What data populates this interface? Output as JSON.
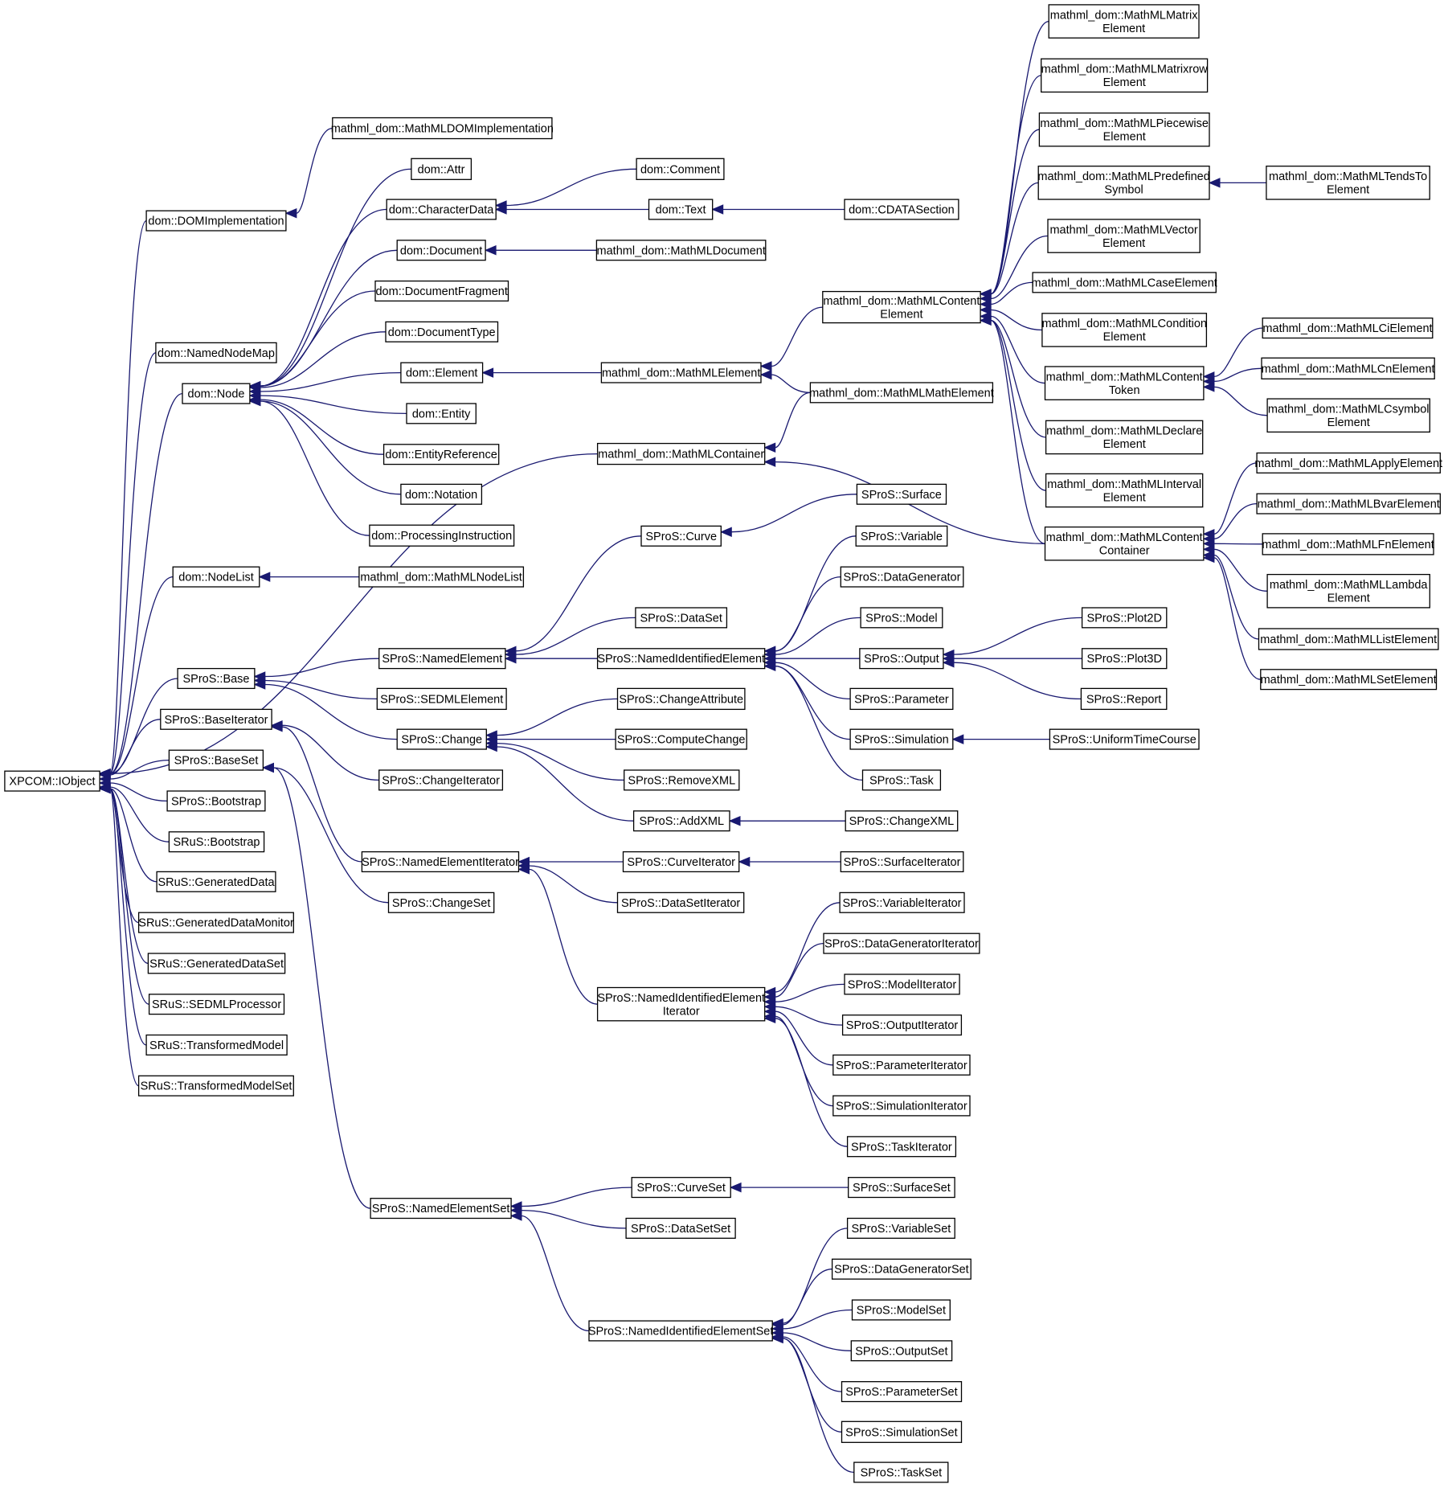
{
  "colors": {
    "edge": "#191970",
    "node_border": "#000000",
    "node_fill": "#ffffff",
    "background": "#ffffff"
  },
  "nodes": {
    "xpcom_iobject": [
      "XPCOM::IObject"
    ],
    "dom_domimpl": [
      "dom::DOMImplementation"
    ],
    "dom_namednodemap": [
      "dom::NamedNodeMap"
    ],
    "dom_node": [
      "dom::Node"
    ],
    "dom_nodelist": [
      "dom::NodeList"
    ],
    "mathml_container": [
      "mathml_dom::MathMLContainer"
    ],
    "spros_base": [
      "SProS::Base"
    ],
    "spros_baseiterator": [
      "SProS::BaseIterator"
    ],
    "spros_baseset": [
      "SProS::BaseSet"
    ],
    "spros_bootstrap": [
      "SProS::Bootstrap"
    ],
    "srus_bootstrap": [
      "SRuS::Bootstrap"
    ],
    "srus_generateddata": [
      "SRuS::GeneratedData"
    ],
    "srus_gdmonitor": [
      "SRuS::GeneratedDataMonitor"
    ],
    "srus_gdset": [
      "SRuS::GeneratedDataSet"
    ],
    "srus_sedmlproc": [
      "SRuS::SEDMLProcessor"
    ],
    "srus_transmodel": [
      "SRuS::TransformedModel"
    ],
    "srus_transmodelset": [
      "SRuS::TransformedModelSet"
    ],
    "mathml_domimpl": [
      "mathml_dom::MathMLDOMImplementation"
    ],
    "dom_attr": [
      "dom::Attr"
    ],
    "dom_chardata": [
      "dom::CharacterData"
    ],
    "dom_document": [
      "dom::Document"
    ],
    "dom_docfragment": [
      "dom::DocumentFragment"
    ],
    "dom_doctype": [
      "dom::DocumentType"
    ],
    "dom_element": [
      "dom::Element"
    ],
    "dom_entity": [
      "dom::Entity"
    ],
    "dom_entityref": [
      "dom::EntityReference"
    ],
    "dom_notation": [
      "dom::Notation"
    ],
    "dom_procinstr": [
      "dom::ProcessingInstruction"
    ],
    "mathml_nodelist": [
      "mathml_dom::MathMLNodeList"
    ],
    "dom_comment": [
      "dom::Comment"
    ],
    "dom_text": [
      "dom::Text"
    ],
    "dom_cdata": [
      "dom::CDATASection"
    ],
    "mathml_document": [
      "mathml_dom::MathMLDocument"
    ],
    "mathml_element": [
      "mathml_dom::MathMLElement"
    ],
    "mathml_mathelement": [
      "mathml_dom::MathMLMathElement"
    ],
    "mathml_contentelement": [
      "mathml_dom::MathMLContent",
      "Element"
    ],
    "mathml_matrix": [
      "mathml_dom::MathMLMatrix",
      "Element"
    ],
    "mathml_matrixrow": [
      "mathml_dom::MathMLMatrixrow",
      "Element"
    ],
    "mathml_piecewise": [
      "mathml_dom::MathMLPiecewise",
      "Element"
    ],
    "mathml_predefsym": [
      "mathml_dom::MathMLPredefined",
      "Symbol"
    ],
    "mathml_tendsto": [
      "mathml_dom::MathMLTendsTo",
      "Element"
    ],
    "mathml_vector": [
      "mathml_dom::MathMLVector",
      "Element"
    ],
    "mathml_case": [
      "mathml_dom::MathMLCaseElement"
    ],
    "mathml_condition": [
      "mathml_dom::MathMLCondition",
      "Element"
    ],
    "mathml_contenttoken": [
      "mathml_dom::MathMLContent",
      "Token"
    ],
    "mathml_ci": [
      "mathml_dom::MathMLCiElement"
    ],
    "mathml_cn": [
      "mathml_dom::MathMLCnElement"
    ],
    "mathml_csymbol": [
      "mathml_dom::MathMLCsymbol",
      "Element"
    ],
    "mathml_declare": [
      "mathml_dom::MathMLDeclare",
      "Element"
    ],
    "mathml_interval": [
      "mathml_dom::MathMLInterval",
      "Element"
    ],
    "mathml_contentcontainer": [
      "mathml_dom::MathMLContent",
      "Container"
    ],
    "mathml_apply": [
      "mathml_dom::MathMLApplyElement"
    ],
    "mathml_bvar": [
      "mathml_dom::MathMLBvarElement"
    ],
    "mathml_fn": [
      "mathml_dom::MathMLFnElement"
    ],
    "mathml_lambda": [
      "mathml_dom::MathMLLambda",
      "Element"
    ],
    "mathml_list": [
      "mathml_dom::MathMLListElement"
    ],
    "mathml_set": [
      "mathml_dom::MathMLSetElement"
    ],
    "spros_surface": [
      "SProS::Surface"
    ],
    "spros_curve": [
      "SProS::Curve"
    ],
    "spros_dataset": [
      "SProS::DataSet"
    ],
    "spros_namedelement": [
      "SProS::NamedElement"
    ],
    "spros_nie": [
      "SProS::NamedIdentifiedElement"
    ],
    "spros_sedmlelement": [
      "SProS::SEDMLElement"
    ],
    "spros_variable": [
      "SProS::Variable"
    ],
    "spros_datagenerator": [
      "SProS::DataGenerator"
    ],
    "spros_model": [
      "SProS::Model"
    ],
    "spros_output": [
      "SProS::Output"
    ],
    "spros_parameter": [
      "SProS::Parameter"
    ],
    "spros_simulation": [
      "SProS::Simulation"
    ],
    "spros_task": [
      "SProS::Task"
    ],
    "spros_plot2d": [
      "SProS::Plot2D"
    ],
    "spros_plot3d": [
      "SProS::Plot3D"
    ],
    "spros_report": [
      "SProS::Report"
    ],
    "spros_utc": [
      "SProS::UniformTimeCourse"
    ],
    "spros_change": [
      "SProS::Change"
    ],
    "spros_changeattr": [
      "SProS::ChangeAttribute"
    ],
    "spros_computechange": [
      "SProS::ComputeChange"
    ],
    "spros_removexml": [
      "SProS::RemoveXML"
    ],
    "spros_addxml": [
      "SProS::AddXML"
    ],
    "spros_changexml": [
      "SProS::ChangeXML"
    ],
    "spros_changeiterator": [
      "SProS::ChangeIterator"
    ],
    "spros_neiterator": [
      "SProS::NamedElementIterator"
    ],
    "spros_changeset": [
      "SProS::ChangeSet"
    ],
    "spros_curveiterator": [
      "SProS::CurveIterator"
    ],
    "spros_surfaceiterator": [
      "SProS::SurfaceIterator"
    ],
    "spros_datasetiterator": [
      "SProS::DataSetIterator"
    ],
    "spros_nieiterator": [
      "SProS::NamedIdentifiedElement",
      "Iterator"
    ],
    "spros_variableiterator": [
      "SProS::VariableIterator"
    ],
    "spros_dgiterator": [
      "SProS::DataGeneratorIterator"
    ],
    "spros_modeliterator": [
      "SProS::ModelIterator"
    ],
    "spros_outputiterator": [
      "SProS::OutputIterator"
    ],
    "spros_parameteriterator": [
      "SProS::ParameterIterator"
    ],
    "spros_simulationiterator": [
      "SProS::SimulationIterator"
    ],
    "spros_taskiterator": [
      "SProS::TaskIterator"
    ],
    "spros_neset": [
      "SProS::NamedElementSet"
    ],
    "spros_curveset": [
      "SProS::CurveSet"
    ],
    "spros_surfaceset": [
      "SProS::SurfaceSet"
    ],
    "spros_datasetset": [
      "SProS::DataSetSet"
    ],
    "spros_nieset": [
      "SProS::NamedIdentifiedElementSet"
    ],
    "spros_variableset": [
      "SProS::VariableSet"
    ],
    "spros_dgset": [
      "SProS::DataGeneratorSet"
    ],
    "spros_modelset": [
      "SProS::ModelSet"
    ],
    "spros_outputset": [
      "SProS::OutputSet"
    ],
    "spros_parameterset": [
      "SProS::ParameterSet"
    ],
    "spros_simulationset": [
      "SProS::SimulationSet"
    ],
    "spros_taskset": [
      "SProS::TaskSet"
    ]
  },
  "edges": [
    [
      "dom_domimpl",
      "xpcom_iobject"
    ],
    [
      "dom_namednodemap",
      "xpcom_iobject"
    ],
    [
      "dom_node",
      "xpcom_iobject"
    ],
    [
      "dom_nodelist",
      "xpcom_iobject"
    ],
    [
      "mathml_container",
      "xpcom_iobject"
    ],
    [
      "spros_base",
      "xpcom_iobject"
    ],
    [
      "spros_baseiterator",
      "xpcom_iobject"
    ],
    [
      "spros_baseset",
      "xpcom_iobject"
    ],
    [
      "spros_bootstrap",
      "xpcom_iobject"
    ],
    [
      "srus_bootstrap",
      "xpcom_iobject"
    ],
    [
      "srus_generateddata",
      "xpcom_iobject"
    ],
    [
      "srus_gdmonitor",
      "xpcom_iobject"
    ],
    [
      "srus_gdset",
      "xpcom_iobject"
    ],
    [
      "srus_sedmlproc",
      "xpcom_iobject"
    ],
    [
      "srus_transmodel",
      "xpcom_iobject"
    ],
    [
      "srus_transmodelset",
      "xpcom_iobject"
    ],
    [
      "mathml_domimpl",
      "dom_domimpl"
    ],
    [
      "dom_attr",
      "dom_node"
    ],
    [
      "dom_chardata",
      "dom_node"
    ],
    [
      "dom_document",
      "dom_node"
    ],
    [
      "dom_docfragment",
      "dom_node"
    ],
    [
      "dom_doctype",
      "dom_node"
    ],
    [
      "dom_element",
      "dom_node"
    ],
    [
      "dom_entity",
      "dom_node"
    ],
    [
      "dom_entityref",
      "dom_node"
    ],
    [
      "dom_notation",
      "dom_node"
    ],
    [
      "dom_procinstr",
      "dom_node"
    ],
    [
      "mathml_nodelist",
      "dom_nodelist"
    ],
    [
      "dom_comment",
      "dom_chardata"
    ],
    [
      "dom_text",
      "dom_chardata"
    ],
    [
      "dom_cdata",
      "dom_text"
    ],
    [
      "mathml_document",
      "dom_document"
    ],
    [
      "mathml_element",
      "dom_element"
    ],
    [
      "mathml_contentelement",
      "mathml_element"
    ],
    [
      "mathml_mathelement",
      "mathml_element"
    ],
    [
      "mathml_mathelement",
      "mathml_container"
    ],
    [
      "mathml_contentcontainer",
      "mathml_container"
    ],
    [
      "mathml_matrix",
      "mathml_contentelement"
    ],
    [
      "mathml_matrixrow",
      "mathml_contentelement"
    ],
    [
      "mathml_piecewise",
      "mathml_contentelement"
    ],
    [
      "mathml_predefsym",
      "mathml_contentelement"
    ],
    [
      "mathml_vector",
      "mathml_contentelement"
    ],
    [
      "mathml_case",
      "mathml_contentelement"
    ],
    [
      "mathml_condition",
      "mathml_contentelement"
    ],
    [
      "mathml_contenttoken",
      "mathml_contentelement"
    ],
    [
      "mathml_declare",
      "mathml_contentelement"
    ],
    [
      "mathml_interval",
      "mathml_contentelement"
    ],
    [
      "mathml_contentcontainer",
      "mathml_contentelement"
    ],
    [
      "mathml_tendsto",
      "mathml_predefsym"
    ],
    [
      "mathml_ci",
      "mathml_contenttoken"
    ],
    [
      "mathml_cn",
      "mathml_contenttoken"
    ],
    [
      "mathml_csymbol",
      "mathml_contenttoken"
    ],
    [
      "mathml_apply",
      "mathml_contentcontainer"
    ],
    [
      "mathml_bvar",
      "mathml_contentcontainer"
    ],
    [
      "mathml_fn",
      "mathml_contentcontainer"
    ],
    [
      "mathml_lambda",
      "mathml_contentcontainer"
    ],
    [
      "mathml_list",
      "mathml_contentcontainer"
    ],
    [
      "mathml_set",
      "mathml_contentcontainer"
    ],
    [
      "spros_namedelement",
      "spros_base"
    ],
    [
      "spros_sedmlelement",
      "spros_base"
    ],
    [
      "spros_change",
      "spros_base"
    ],
    [
      "spros_curve",
      "spros_namedelement"
    ],
    [
      "spros_dataset",
      "spros_namedelement"
    ],
    [
      "spros_nie",
      "spros_namedelement"
    ],
    [
      "spros_surface",
      "spros_curve"
    ],
    [
      "spros_variable",
      "spros_nie"
    ],
    [
      "spros_datagenerator",
      "spros_nie"
    ],
    [
      "spros_model",
      "spros_nie"
    ],
    [
      "spros_output",
      "spros_nie"
    ],
    [
      "spros_parameter",
      "spros_nie"
    ],
    [
      "spros_simulation",
      "spros_nie"
    ],
    [
      "spros_task",
      "spros_nie"
    ],
    [
      "spros_plot2d",
      "spros_output"
    ],
    [
      "spros_plot3d",
      "spros_output"
    ],
    [
      "spros_report",
      "spros_output"
    ],
    [
      "spros_utc",
      "spros_simulation"
    ],
    [
      "spros_changeattr",
      "spros_change"
    ],
    [
      "spros_computechange",
      "spros_change"
    ],
    [
      "spros_removexml",
      "spros_change"
    ],
    [
      "spros_addxml",
      "spros_change"
    ],
    [
      "spros_changexml",
      "spros_addxml"
    ],
    [
      "spros_changeiterator",
      "spros_baseiterator"
    ],
    [
      "spros_neiterator",
      "spros_baseiterator"
    ],
    [
      "spros_changeset",
      "spros_baseset"
    ],
    [
      "spros_neset",
      "spros_baseset"
    ],
    [
      "spros_curveiterator",
      "spros_neiterator"
    ],
    [
      "spros_datasetiterator",
      "spros_neiterator"
    ],
    [
      "spros_nieiterator",
      "spros_neiterator"
    ],
    [
      "spros_surfaceiterator",
      "spros_curveiterator"
    ],
    [
      "spros_variableiterator",
      "spros_nieiterator"
    ],
    [
      "spros_dgiterator",
      "spros_nieiterator"
    ],
    [
      "spros_modeliterator",
      "spros_nieiterator"
    ],
    [
      "spros_outputiterator",
      "spros_nieiterator"
    ],
    [
      "spros_parameteriterator",
      "spros_nieiterator"
    ],
    [
      "spros_simulationiterator",
      "spros_nieiterator"
    ],
    [
      "spros_taskiterator",
      "spros_nieiterator"
    ],
    [
      "spros_curveset",
      "spros_neset"
    ],
    [
      "spros_datasetset",
      "spros_neset"
    ],
    [
      "spros_nieset",
      "spros_neset"
    ],
    [
      "spros_surfaceset",
      "spros_curveset"
    ],
    [
      "spros_variableset",
      "spros_nieset"
    ],
    [
      "spros_dgset",
      "spros_nieset"
    ],
    [
      "spros_modelset",
      "spros_nieset"
    ],
    [
      "spros_outputset",
      "spros_nieset"
    ],
    [
      "spros_parameterset",
      "spros_nieset"
    ],
    [
      "spros_simulationset",
      "spros_nieset"
    ],
    [
      "spros_taskset",
      "spros_nieset"
    ]
  ]
}
